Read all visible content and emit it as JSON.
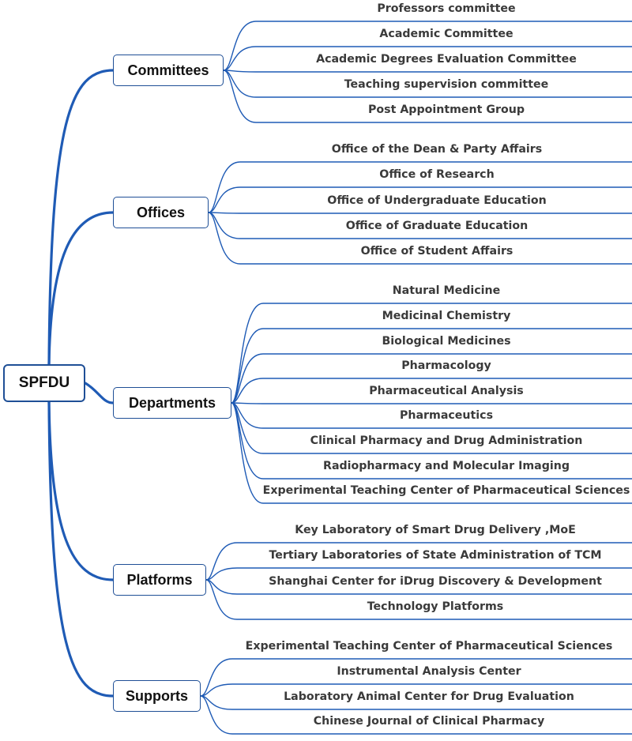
{
  "root": {
    "label": "SPFDU"
  },
  "groups": [
    {
      "label": "Committees",
      "items": [
        "Professors committee",
        "Academic Committee",
        "Academic Degrees Evaluation Committee",
        "Teaching supervision committee",
        "Post Appointment Group"
      ]
    },
    {
      "label": "Offices",
      "items": [
        "Office of  the Dean & Party Affairs",
        "Office of Research",
        "Office of Undergraduate Education",
        "Office of Graduate Education",
        "Office of Student Affairs"
      ]
    },
    {
      "label": "Departments",
      "items": [
        "Natural Medicine",
        "Medicinal Chemistry",
        "Biological Medicines",
        "Pharmacology",
        "Pharmaceutical Analysis",
        "Pharmaceutics",
        "Clinical Pharmacy and Drug Administration",
        "Radiopharmacy and Molecular Imaging",
        "Experimental Teaching Center of Pharmaceutical Sciences"
      ]
    },
    {
      "label": "Platforms",
      "items": [
        "Key Laboratory of Smart Drug Delivery ,MoE",
        "Tertiary Laboratories of State Administration of TCM",
        "Shanghai Center for iDrug Discovery & Development",
        "Technology Platforms"
      ]
    },
    {
      "label": "Supports",
      "items": [
        "Experimental Teaching Center of Pharmaceutical Sciences",
        "Instrumental Analysis Center",
        "Laboratory Animal Center for Drug Evaluation",
        "Chinese Journal of Clinical Pharmacy"
      ]
    }
  ],
  "colors": {
    "line": "#1f5bb5",
    "box_border": "#1f4f96",
    "leaf_text": "#3a3a3a"
  }
}
